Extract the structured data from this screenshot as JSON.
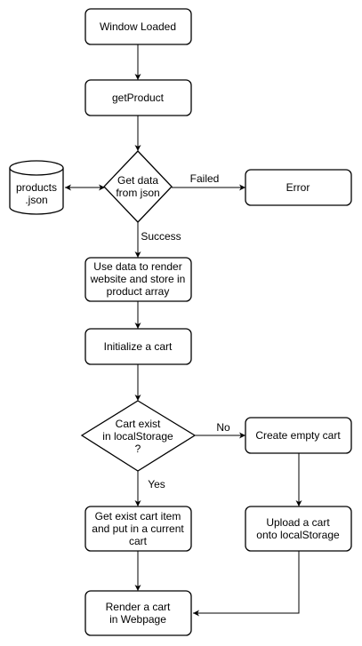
{
  "nodes": {
    "window_loaded": [
      "Window Loaded"
    ],
    "get_product": [
      "getProduct"
    ],
    "get_data": [
      "Get data",
      "from json"
    ],
    "products_json": [
      "products",
      ".json"
    ],
    "error": [
      "Error"
    ],
    "use_data": [
      "Use data to render",
      "website and store in",
      "product array"
    ],
    "init_cart": [
      "Initialize a cart"
    ],
    "cart_exist": [
      "Cart exist",
      "in localStorage",
      "?"
    ],
    "create_cart": [
      "Create empty cart"
    ],
    "get_exist": [
      "Get exist cart item",
      "and put in a current",
      "cart"
    ],
    "upload_cart": [
      "Upload a cart",
      "onto localStorage"
    ],
    "render_cart": [
      "Render a cart",
      "in Webpage"
    ]
  },
  "edge_labels": {
    "failed": "Failed",
    "success": "Success",
    "no": "No",
    "yes": "Yes"
  }
}
